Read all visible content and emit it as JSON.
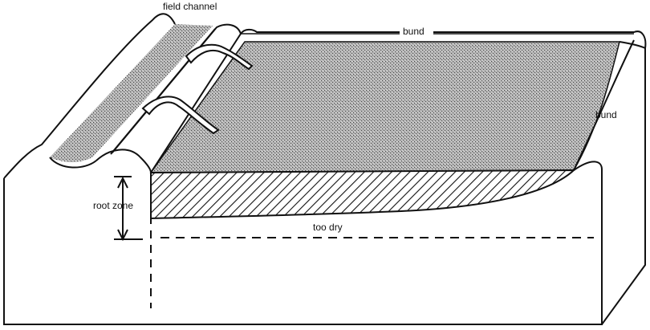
{
  "labels": {
    "field_channel": "field channel",
    "bund_top": "bund",
    "bund_right": "bund",
    "root_zone": "root zone",
    "too_dry": "too dry"
  },
  "colors": {
    "line": "#111111",
    "background": "#ffffff",
    "water_fill": "#9a9a9a"
  }
}
